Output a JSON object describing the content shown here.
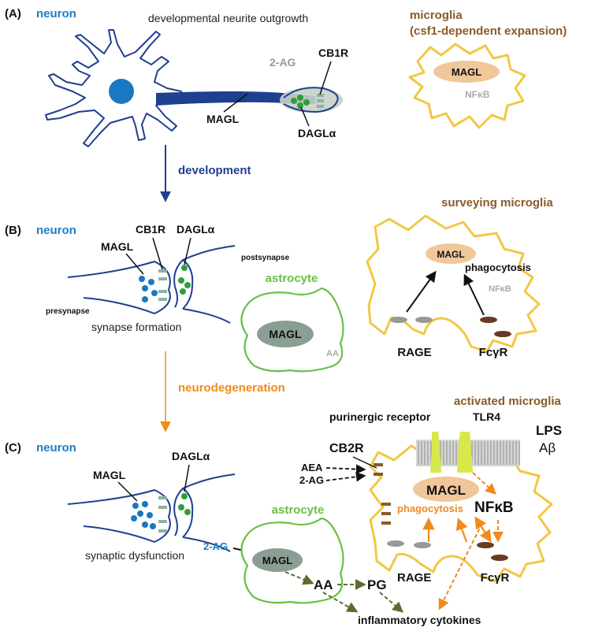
{
  "colors": {
    "neuron": "#1f3f8f",
    "neuron_label": "#1a7fc4",
    "microglia": "#f2c744",
    "microglia_label": "#8a5a2a",
    "astrocyte": "#6abf45",
    "magl_fill": "#f0c79a",
    "astro_magl_fill": "#8a9e93",
    "green_dot": "#2f9e3a",
    "blue_dot": "#1a78c2",
    "receptor": "#8fb0a6",
    "orange": "#f08a1c",
    "olive": "#5f6b2e",
    "grey_text": "#999999"
  },
  "panel_a": {
    "label": "(A)",
    "neuron_label": "neuron",
    "title": "developmental neurite outgrowth",
    "ag2": "2-AG",
    "cb1r": "CB1R",
    "magl": "MAGL",
    "dagl": "DAGLα",
    "microglia_label_line1": "microglia",
    "microglia_label_line2": "(csf1-dependent expansion)",
    "microglia_magl": "MAGL",
    "nfkb": "NFκB"
  },
  "transition_1": "development",
  "panel_b": {
    "label": "(B)",
    "neuron_label": "neuron",
    "cb1r": "CB1R",
    "dagl": "DAGLα",
    "magl": "MAGL",
    "postsynapse": "postsynapse",
    "presynapse": "presynapse",
    "caption": "synapse formation",
    "astrocyte_label": "astrocyte",
    "astro_magl": "MAGL",
    "aa": "AA",
    "microglia_label": "surveying microglia",
    "microglia_magl": "MAGL",
    "phagocytosis": "phagocytosis",
    "nfkb": "NFκB",
    "rage": "RAGE",
    "fcgr": "FcγR"
  },
  "transition_2": "neurodegeneration",
  "panel_c": {
    "label": "(C)",
    "neuron_label": "neuron",
    "magl": "MAGL",
    "dagl": "DAGLα",
    "ag2_neuron": "2-AG",
    "caption": "synaptic dysfunction",
    "astrocyte_label": "astrocyte",
    "astro_magl": "MAGL",
    "aa": "AA",
    "pg": "PG",
    "cytokines": "inflammatory cytokines",
    "microglia_label": "activated microglia",
    "purinergic": "purinergic receptor",
    "tlr4": "TLR4",
    "lps": "LPS",
    "abeta": "Aβ",
    "cb2r": "CB2R",
    "aea": "AEA",
    "ag2": "2-AG",
    "microglia_magl": "MAGL",
    "phagocytosis": "phagocytosis",
    "nfkb": "NFκB",
    "rage": "RAGE",
    "fcgr": "FcγR"
  }
}
